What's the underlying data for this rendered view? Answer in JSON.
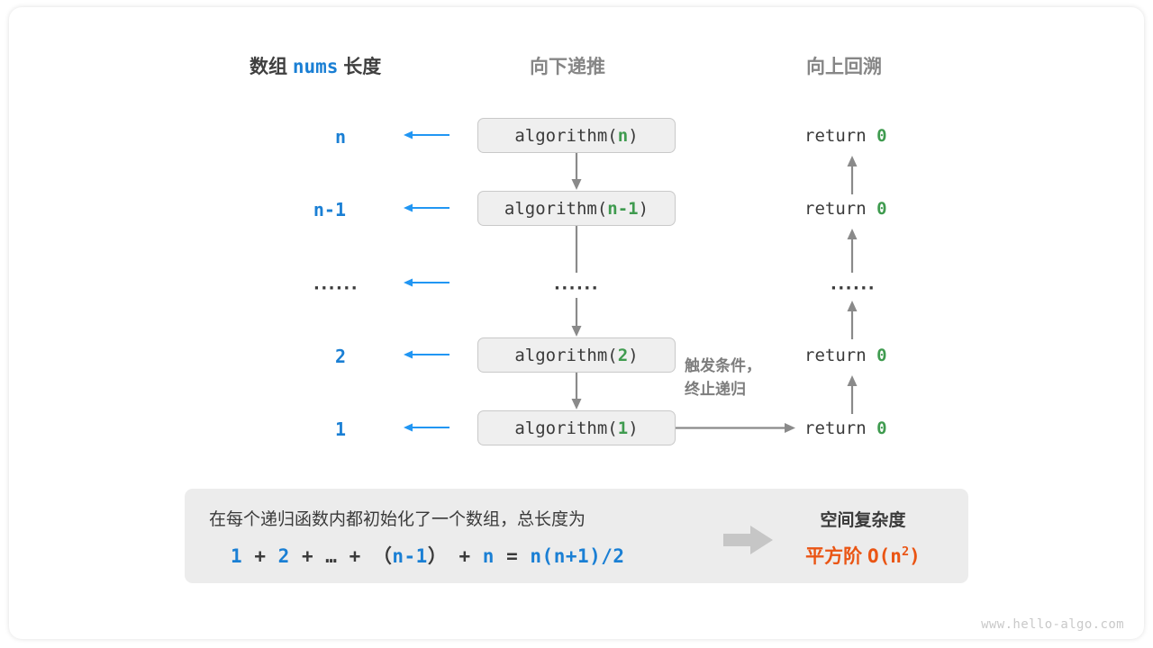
{
  "headings": {
    "left": {
      "prefix": "数组",
      "code": "nums",
      "suffix": "长度"
    },
    "middle": "向下递推",
    "right": "向上回溯"
  },
  "rows": [
    {
      "length": "n",
      "call_prefix": "algorithm(",
      "call_arg": "n",
      "call_suffix": ")",
      "return": "return",
      "return_value": "0"
    },
    {
      "length": "n-1",
      "call_prefix": "algorithm(",
      "call_arg": "n-1",
      "call_suffix": ")",
      "return": "return",
      "return_value": "0"
    },
    {
      "length": "······",
      "call_prefix": "",
      "call_arg": "",
      "call_suffix": "",
      "return": "",
      "return_value": ""
    },
    {
      "length": "2",
      "call_prefix": "algorithm(",
      "call_arg": "2",
      "call_suffix": ")",
      "return": "return",
      "return_value": "0"
    },
    {
      "length": "1",
      "call_prefix": "algorithm(",
      "call_arg": "1",
      "call_suffix": ")",
      "return": "return",
      "return_value": "0"
    }
  ],
  "ellipsis": "······",
  "note": {
    "line1": "触发条件，",
    "line2": "终止递归"
  },
  "summary": {
    "line1": "在每个递归函数内都初始化了一个数组，总长度为",
    "formula": {
      "t1": "1",
      "op1": "+",
      "t2": "2",
      "op2": "+",
      "t3": "…",
      "op3": "+",
      "t4": "（",
      "t5": "n-1",
      "t6": "）",
      "op4": "+",
      "t7": "n",
      "op5": "=",
      "t8": "n(n+1)/2"
    },
    "result_title": "空间复杂度",
    "result_label": "平方阶",
    "result_value_base": "O(n",
    "result_value_exp": "2",
    "result_value_close": ")"
  },
  "watermark": "www.hello-algo.com",
  "colors": {
    "blue": "#1a7fd4",
    "green": "#3f9b4f",
    "orange": "#ea5514",
    "grey_arrow": "#8a8a8a",
    "box_fill": "#efefef",
    "panel_fill": "#ececec"
  }
}
